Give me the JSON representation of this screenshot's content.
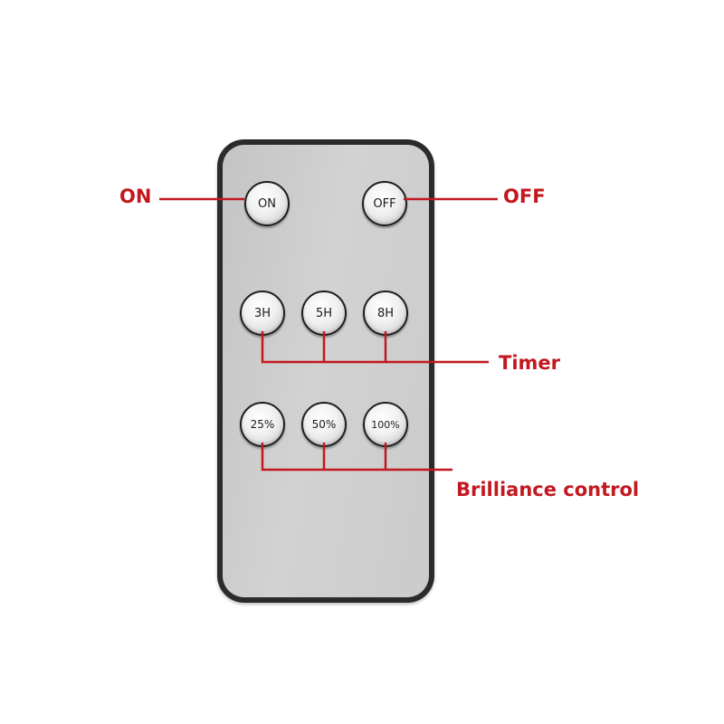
{
  "buttons": {
    "on": "ON",
    "off": "OFF",
    "timer_3h": "3H",
    "timer_5h": "5H",
    "timer_8h": "8H",
    "bright_25": "25%",
    "bright_50": "50%",
    "bright_100": "100%"
  },
  "callouts": {
    "on": "ON",
    "off": "OFF",
    "timer": "Timer",
    "brilliance": "Brilliance control"
  },
  "colors": {
    "callout": "#c2181f",
    "remote_body": "#2b2b2b",
    "remote_face": "#cfcfcf"
  }
}
